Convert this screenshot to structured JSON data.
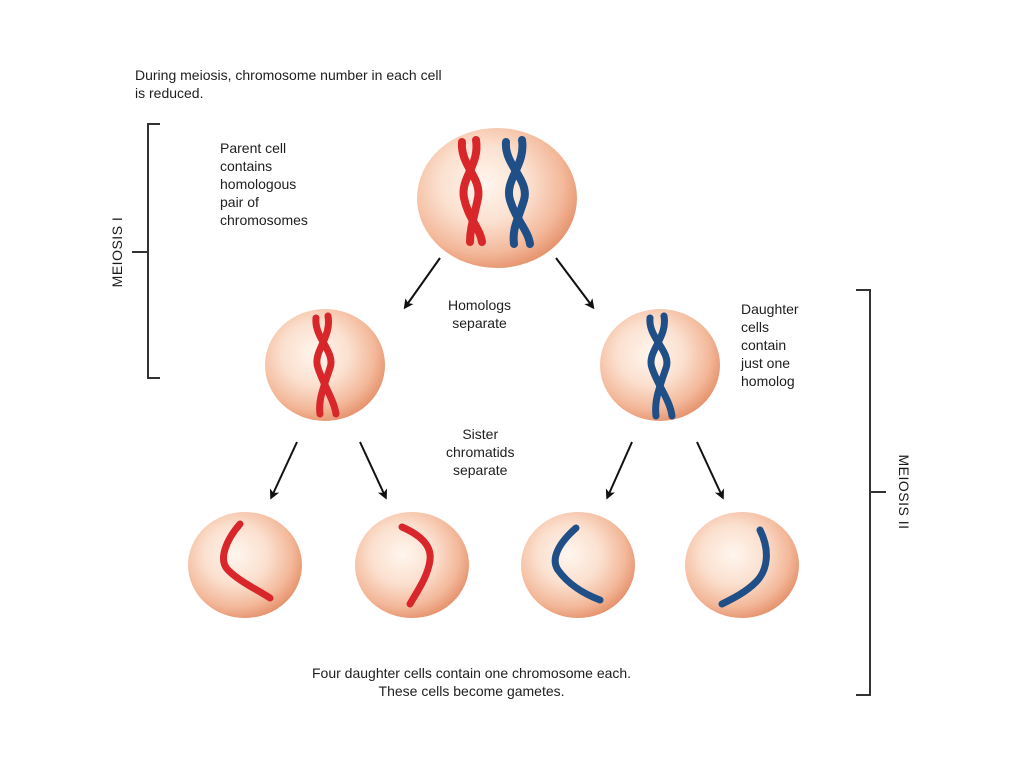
{
  "intro_text": "During meiosis, chromosome number in each cell\nis reduced.",
  "parent_text": "Parent cell\ncontains\nhomologous\npair of\nchromosomes",
  "homologs_text": "Homologs\nseparate",
  "daughter_text": "Daughter\ncells\ncontain\njust one\nhomolog",
  "sister_text": "Sister\nchromatids\nseparate",
  "final_text": "Four daughter cells contain one chromosome each.\nThese cells become gametes.",
  "meiosis1_text": "MEIOSIS I",
  "meiosis2_text": "MEIOSIS II",
  "colors": {
    "maternal": "#d8262a",
    "paternal": "#1f4f86",
    "cell_edge": "#e9a07e",
    "cell_center": "#fff4ea",
    "bracket": "#333333"
  }
}
